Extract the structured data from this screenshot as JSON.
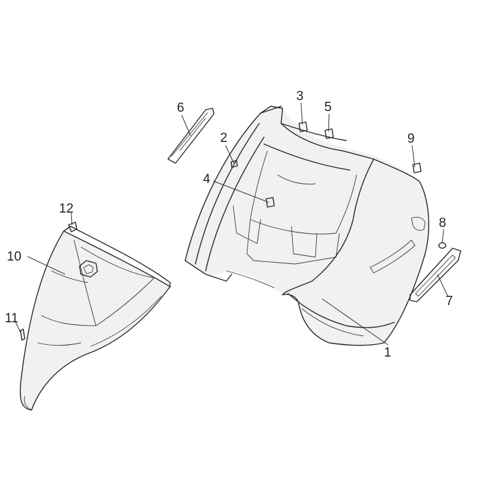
{
  "callouts": [
    {
      "id": "1",
      "label": "1"
    },
    {
      "id": "2",
      "label": "2"
    },
    {
      "id": "3",
      "label": "3"
    },
    {
      "id": "4",
      "label": "4"
    },
    {
      "id": "5",
      "label": "5"
    },
    {
      "id": "6",
      "label": "6"
    },
    {
      "id": "7",
      "label": "7"
    },
    {
      "id": "8",
      "label": "8"
    },
    {
      "id": "9",
      "label": "9"
    },
    {
      "id": "10",
      "label": "10"
    },
    {
      "id": "11",
      "label": "11"
    },
    {
      "id": "12",
      "label": "12"
    }
  ],
  "colors": {
    "background": "#ffffff",
    "line": "#2a2a2a",
    "label": "#222222"
  }
}
